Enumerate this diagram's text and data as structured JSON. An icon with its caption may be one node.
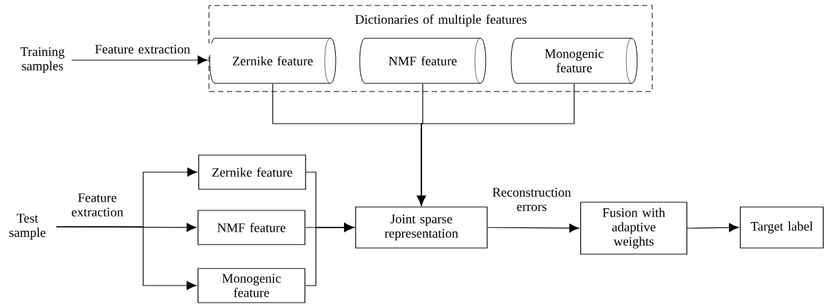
{
  "diagram": {
    "nodes": [
      {
        "text": [
          "Training samples"
        ]
      },
      {
        "text": [
          "Dictionaries of multiple features"
        ]
      },
      {
        "text": [
          "Zernike feature"
        ],
        "in": 1
      },
      {
        "text": [
          "NMF feature"
        ],
        "in": 1
      },
      {
        "text": [
          "Monogenic feature"
        ],
        "in": 1
      },
      {
        "text": [
          "Test sample"
        ]
      },
      {
        "text": [
          "Zernike feature"
        ]
      },
      {
        "text": [
          "NMF feature"
        ]
      },
      {
        "text": [
          "Monogenic feature"
        ]
      },
      {
        "text": [
          "Joint sparse representation"
        ]
      },
      {
        "text": [
          "Fusion with adaptive weights"
        ]
      },
      {
        "text": [
          "Target label"
        ]
      }
    ],
    "edges": [
      {
        "from": 0,
        "to": 1,
        "arrow": "to",
        "label": "Feature extraction"
      },
      {
        "from": 2,
        "to": 9,
        "arrow": "to"
      },
      {
        "from": 3,
        "to": 9,
        "arrow": "to"
      },
      {
        "from": 4,
        "to": 9,
        "arrow": "to"
      },
      {
        "from": 5,
        "to": 6,
        "arrow": "to"
      },
      {
        "from": 5,
        "to": 7,
        "arrow": "to",
        "label": "Feature extraction"
      },
      {
        "from": 5,
        "to": 8,
        "arrow": "to"
      },
      {
        "from": 6,
        "to": 9,
        "arrow": "to"
      },
      {
        "from": 7,
        "to": 9,
        "arrow": "to"
      },
      {
        "from": 8,
        "to": 9,
        "arrow": "to"
      },
      {
        "from": 9,
        "to": 10,
        "arrow": "to",
        "label": "Reconstruction errors"
      },
      {
        "from": 10,
        "to": 11,
        "arrow": "to"
      }
    ]
  }
}
